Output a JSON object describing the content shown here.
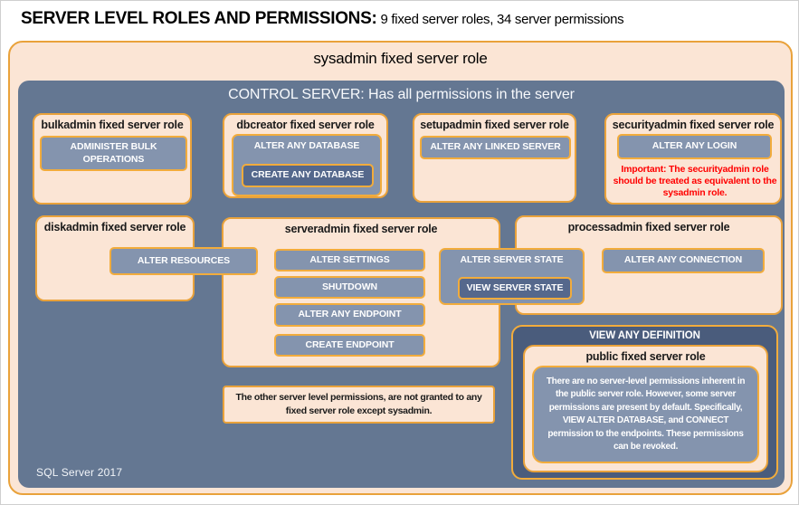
{
  "header": {
    "title_main": "SERVER LEVEL ROLES AND PERMISSIONS:",
    "title_sub": "9 fixed server roles, 34 server permissions"
  },
  "footer": {
    "label": "SQL Server 2017"
  },
  "colors": {
    "peach": "#FBE5D5",
    "gold": "#E9A23B",
    "gold_light": "#F2AC3C",
    "slate": "#647792",
    "slate_light": "#8494AE",
    "slate_dark": "#55688C",
    "slate_deep": "#4A5C7C",
    "warning_red": "#FF0000"
  },
  "sysadmin": {
    "title": "sysadmin fixed server role"
  },
  "control_server": {
    "label": "CONTROL SERVER: Has all permissions in the server"
  },
  "roles": {
    "bulkadmin": {
      "title": "bulkadmin fixed server role",
      "permission": "ADMINISTER  BULK OPERATIONS"
    },
    "dbcreator": {
      "title": "dbcreator fixed server role",
      "permission": "ALTER ANY DATABASE",
      "nested_permission": "CREATE  ANY DATABASE"
    },
    "setupadmin": {
      "title": "setupadmin fixed server role",
      "permission": "ALTER ANY LINKED SERVER"
    },
    "securityadmin": {
      "title": "securityadmin fixed server role",
      "permission": "ALTER ANY LOGIN",
      "warning": "Important:  The securityadmin role should  be treated as equivalent to the  sysadmin role."
    },
    "diskadmin": {
      "title": "diskadmin fixed server role",
      "permission": "ALTER RESOURCES"
    },
    "serveradmin": {
      "title": "serveradmin fixed server role",
      "permissions": [
        "ALTER SETTINGS",
        "SHUTDOWN",
        "ALTER ANY ENDPOINT",
        "CREATE  ENDPOINT"
      ],
      "shared_permission": "ALTER SERVER  STATE",
      "shared_nested_permission": "VIEW SERVER  STATE"
    },
    "processadmin": {
      "title": "processadmin fixed server role",
      "permission": "ALTER ANY CONNECTION"
    },
    "public": {
      "container_permission": "VIEW ANY DEFINITION",
      "title": "public fixed server role",
      "description": "There are no server-level permissions inherent in the public server role. However, some server permissions are present by default. Specifically, VIEW ALTER DATABASE, and CONNECT permission to the endpoints. These permissions can be revoked."
    }
  },
  "note": "The other server level permissions,  are not granted to any fixed server role except sysadmin."
}
